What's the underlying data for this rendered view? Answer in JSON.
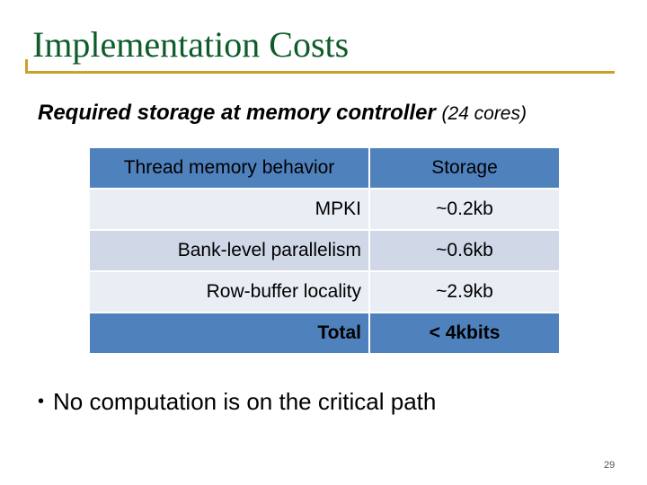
{
  "slide": {
    "title": "Implementation Costs",
    "subtitle_main": "Required storage at memory controller",
    "subtitle_paren": "(24 cores)",
    "page_number": "29"
  },
  "table": {
    "headers": [
      "Thread memory behavior",
      "Storage"
    ],
    "rows": [
      {
        "label": "MPKI",
        "value": "~0.2kb"
      },
      {
        "label": "Bank-level parallelism",
        "value": "~0.6kb"
      },
      {
        "label": "Row-buffer locality",
        "value": "~2.9kb"
      }
    ],
    "total": {
      "label": "Total",
      "value": "< 4kbits"
    }
  },
  "bullets": [
    {
      "bullet": "•",
      "text": "No computation is on the critical path"
    }
  ],
  "colors": {
    "title": "#0e5c2a",
    "rule": "#c9a227",
    "header_fill": "#4f81bd",
    "row_light": "#e9edf4",
    "row_dark": "#d0d8e8"
  }
}
